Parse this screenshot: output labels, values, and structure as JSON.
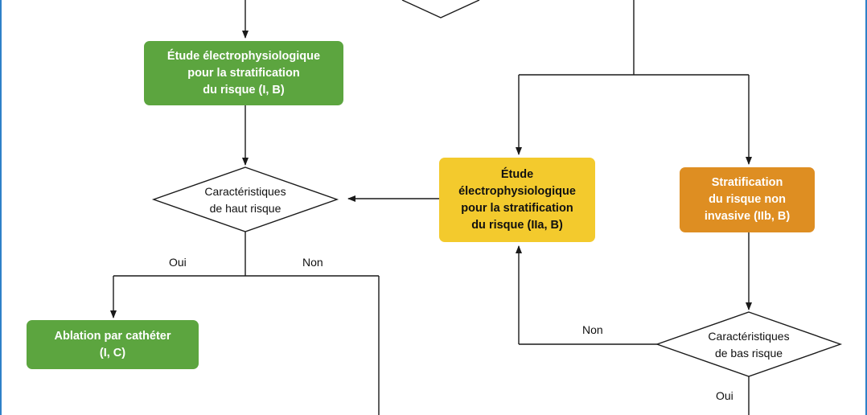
{
  "nodes": {
    "etude_green": "Étude électrophysiologique\npour la stratification\ndu risque (I, B)",
    "diamond_haut": "Caractéristiques\nde haut risque",
    "etude_yellow": "Étude\nélectrophysiologique\npour la stratification\ndu risque (IIa, B)",
    "stratification": "Stratification\ndu risque non\ninvasive (IIb, B)",
    "ablation": "Ablation par cathéter\n(I, C)",
    "diamond_bas": "Caractéristiques\nde bas risque"
  },
  "edge_labels": {
    "oui_left": "Oui",
    "non_left": "Non",
    "non_right": "Non",
    "oui_right": "Oui"
  },
  "colors": {
    "green": "#5ca53f",
    "yellow": "#f3ca2d",
    "orange": "#de8e22",
    "frame": "#2f80c8",
    "line": "#1a1a1a"
  }
}
